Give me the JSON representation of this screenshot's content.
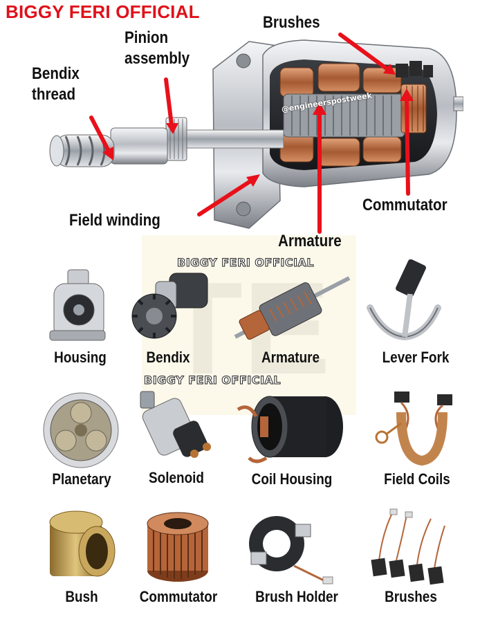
{
  "header": {
    "brand": "BIGGY FERI OFFICIAL"
  },
  "diagram": {
    "callouts": {
      "bendix_thread": [
        "Bendix",
        "thread"
      ],
      "pinion_assembly": [
        "Pinion",
        "assembly"
      ],
      "brushes": "Brushes",
      "commutator": "Commutator",
      "field_winding": "Field winding",
      "armature": "Armature"
    },
    "handle": "@engineerspostweek"
  },
  "watermarks": [
    "BIGGY FERI OFFICIAL",
    "BIGGY FERI OFFICIAL"
  ],
  "parts": [
    {
      "label": "Housing",
      "icon": "starter-housing-icon"
    },
    {
      "label": "Bendix",
      "icon": "bendix-gear-icon"
    },
    {
      "label": "Armature",
      "icon": "armature-icon"
    },
    {
      "label": "Lever Fork",
      "icon": "lever-fork-icon"
    },
    {
      "label": "Planetary",
      "icon": "planetary-gear-icon"
    },
    {
      "label": "Solenoid",
      "icon": "solenoid-icon"
    },
    {
      "label": "Coil Housing",
      "icon": "coil-housing-icon"
    },
    {
      "label": "Field Coils",
      "icon": "field-coils-icon"
    },
    {
      "label": "Bush",
      "icon": "bush-icon"
    },
    {
      "label": "Commutator",
      "icon": "commutator-icon"
    },
    {
      "label": "Brush Holder",
      "icon": "brush-holder-icon"
    },
    {
      "label": "Brushes",
      "icon": "brushes-icon"
    }
  ],
  "colors": {
    "brand_red": "#e0101a",
    "arrow_red": "#e8101a",
    "copper": "#b5653a",
    "steel": "#b8bcc2"
  }
}
